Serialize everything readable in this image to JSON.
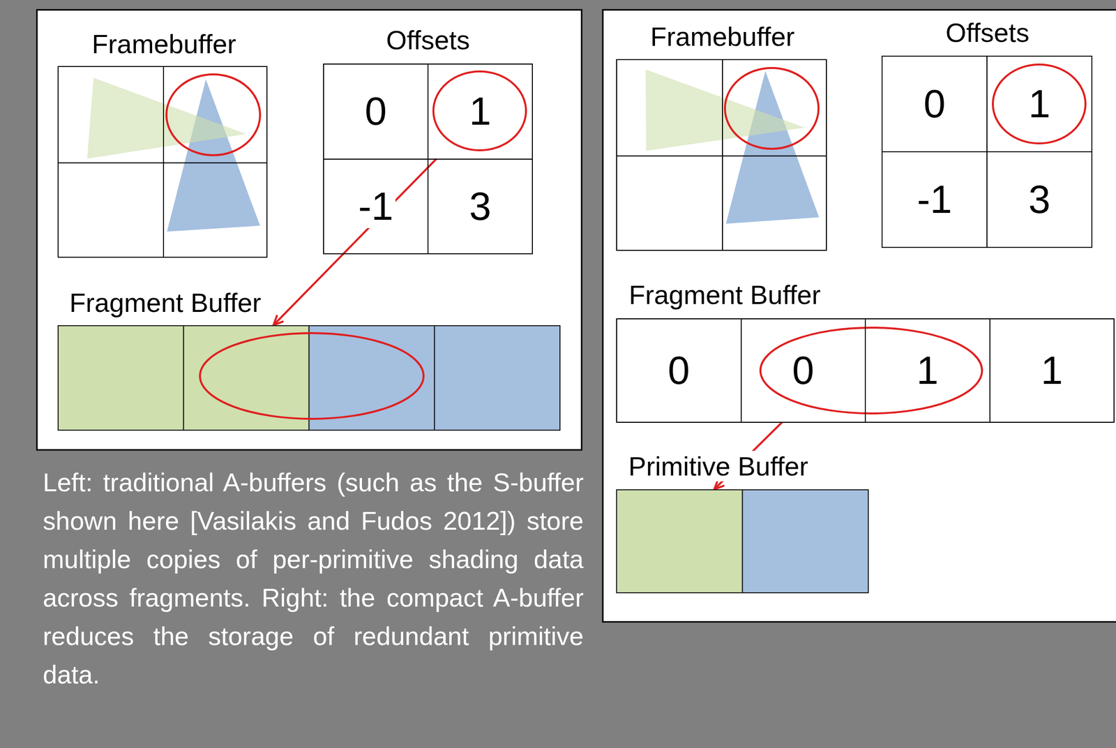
{
  "diagram": {
    "caption": "Left: traditional A-buffers (such as the S-buffer shown here [Vasilakis and Fudos 2012]) store multiple copies of per-primitive shading data across fragments. Right: the compact A-buffer reduces the storage of redundant primitive data.",
    "nodes": [
      {
        "text": [
          "Framebuffer"
        ]
      },
      {
        "text": [
          "Offsets"
        ]
      },
      {
        "text": [
          "0"
        ],
        "in": 1
      },
      {
        "text": [
          "1"
        ],
        "in": 1
      },
      {
        "text": [
          "-1"
        ],
        "in": 1
      },
      {
        "text": [
          "3"
        ],
        "in": 1
      },
      {
        "text": [
          "Fragment Buffer"
        ]
      },
      {
        "text": [
          "Framebuffer"
        ]
      },
      {
        "text": [
          "Offsets"
        ]
      },
      {
        "text": [
          "0"
        ],
        "in": 8
      },
      {
        "text": [
          "1"
        ],
        "in": 8
      },
      {
        "text": [
          "-1"
        ],
        "in": 8
      },
      {
        "text": [
          "3"
        ],
        "in": 8
      },
      {
        "text": [
          "Fragment Buffer"
        ]
      },
      {
        "text": [
          "0"
        ],
        "in": 13
      },
      {
        "text": [
          "0"
        ],
        "in": 13
      },
      {
        "text": [
          "1"
        ],
        "in": 13
      },
      {
        "text": [
          "1"
        ],
        "in": 13
      },
      {
        "text": [
          "Primitive Buffer"
        ]
      }
    ],
    "edges": [
      {
        "from": 3,
        "to": 6,
        "arrow": "to"
      },
      {
        "from": 15,
        "to": 18,
        "arrow": "to"
      }
    ]
  }
}
